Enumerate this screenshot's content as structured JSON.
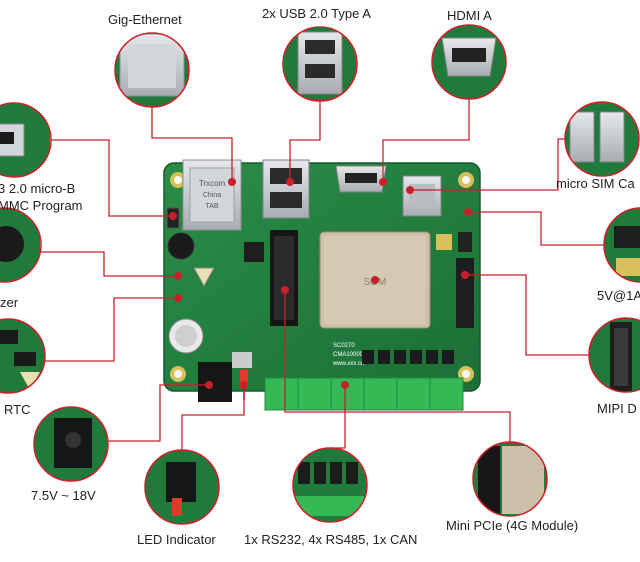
{
  "colors": {
    "pcb": "#1f7a3c",
    "pcb_dark": "#145a2a",
    "callout_ring": "#d11f2a",
    "leader": "#c8202a",
    "metal": "#c9ccd0",
    "terminal": "#2eb84f",
    "module": "#cdbfa8"
  },
  "callouts": [
    {
      "id": "gig-ethernet",
      "label": "Gig-Ethernet",
      "icon": "rj45-jack-icon"
    },
    {
      "id": "usb-type-a",
      "label": "2x USB 2.0 Type A",
      "icon": "usb-a-port-icon"
    },
    {
      "id": "hdmi-a",
      "label": "HDMI A",
      "icon": "hdmi-port-icon"
    },
    {
      "id": "usb-micro-b",
      "label_lines": [
        "3 2.0 micro-B",
        "MMC Program"
      ],
      "icon": "micro-usb-port-icon"
    },
    {
      "id": "micro-sim",
      "label": "micro SIM Ca",
      "icon": "sim-card-slot-icon"
    },
    {
      "id": "buzzer",
      "label": "zer",
      "icon": "buzzer-icon"
    },
    {
      "id": "power-out",
      "label": "5V@1A",
      "icon": "power-header-icon"
    },
    {
      "id": "rtc",
      "label": "RTC",
      "icon": "rtc-battery-icon"
    },
    {
      "id": "mipi",
      "label": "MIPI D",
      "icon": "mipi-connector-icon"
    },
    {
      "id": "dc-input",
      "label": "7.5V ~ 18V",
      "icon": "dc-jack-icon"
    },
    {
      "id": "led",
      "label": "LED Indicator",
      "icon": "led-icon"
    },
    {
      "id": "serial",
      "label": "1x RS232, 4x RS485, 1x CAN",
      "icon": "terminal-block-icon"
    },
    {
      "id": "mini-pcie",
      "label": "Mini PCIe (4G Module)",
      "icon": "mini-pcie-slot-icon"
    }
  ],
  "board": {
    "ethernet_jack_text": [
      "Trxcom",
      "China",
      "TAB"
    ],
    "module_text": "SOM",
    "silkscreen": [
      "SC0270",
      "CMA100008",
      "www.xxx.cn"
    ]
  }
}
